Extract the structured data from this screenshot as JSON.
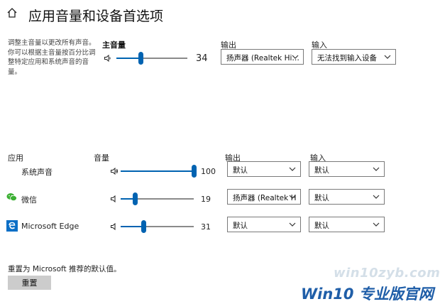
{
  "header": {
    "title": "应用音量和设备首选项"
  },
  "master": {
    "description": "调整主音量以更改所有声音。你可以根据主音量按百分比调整特定应用和系统声音的音量。",
    "volume_label": "主音量",
    "volume_value": "34",
    "volume_level": 34,
    "output_label": "输出",
    "output_value": "扬声器 (Realtek Hi…",
    "input_label": "输入",
    "input_value": "无法找到输入设备"
  },
  "apps_header": {
    "app_col": "应用",
    "volume_col": "音量",
    "output_col": "输出",
    "input_col": "输入"
  },
  "apps": [
    {
      "name": "系统声音",
      "icon": "none",
      "volume_value": "100",
      "volume_level": 100,
      "output": "默认",
      "input": "默认"
    },
    {
      "name": "微信",
      "icon": "wechat-icon",
      "volume_value": "19",
      "volume_level": 19,
      "output": "扬声器 (Realtek H",
      "input": "默认"
    },
    {
      "name": "Microsoft Edge",
      "icon": "edge-icon",
      "volume_value": "31",
      "volume_level": 31,
      "output": "默认",
      "input": "默认"
    }
  ],
  "footer": {
    "reset_text": "重置为 Microsoft 推荐的默认值。",
    "reset_button": "重置"
  },
  "watermark": {
    "line1": "win10zyb.com",
    "line2": "Win10 专业版官网"
  },
  "colors": {
    "accent": "#0063b1",
    "track": "#8a8a8a",
    "button": "#cccccc"
  }
}
